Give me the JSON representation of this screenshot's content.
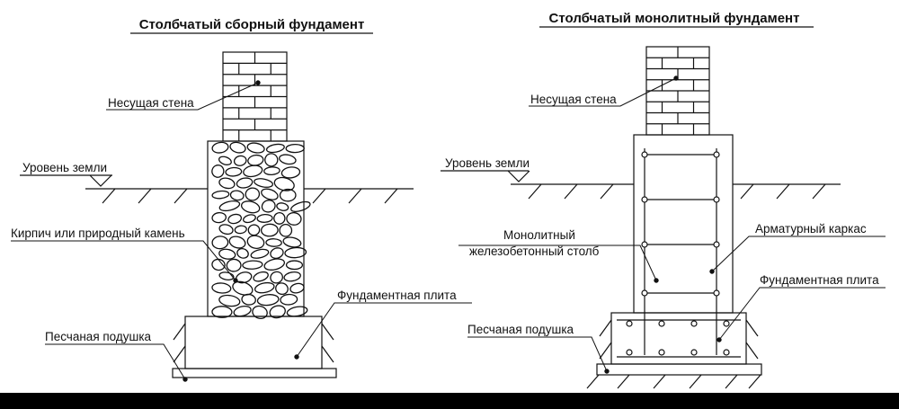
{
  "left": {
    "title": "Столбчатый сборный фундамент",
    "labels": {
      "wall": "Несущая стена",
      "ground": "Уровень земли",
      "stone": "Кирпич или природный камень",
      "slab": "Фундаментная плита",
      "sand": "Песчаная подушка"
    }
  },
  "right": {
    "title": "Столбчатый монолитный фундамент",
    "labels": {
      "wall": "Несущая стена",
      "ground": "Уровень земли",
      "column_line1": "Монолитный",
      "column_line2": "железобетонный столб",
      "rebar": "Арматурный каркас",
      "slab": "Фундаментная плита",
      "sand": "Песчаная подушка"
    }
  },
  "colors": {
    "ink": "#111111",
    "background": "#ffffff",
    "bottom_bar": "#000000"
  }
}
